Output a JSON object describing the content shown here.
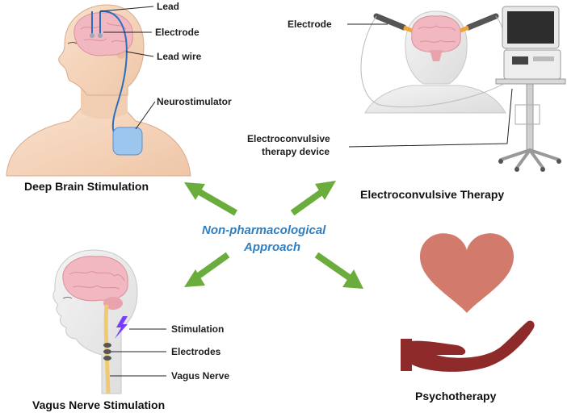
{
  "center": {
    "line1": "Non-pharmacological",
    "line2": "Approach"
  },
  "dbs": {
    "title": "Deep Brain Stimulation",
    "labels": {
      "lead": "Lead",
      "electrode": "Electrode",
      "lead_wire": "Lead wire",
      "neurostimulator": "Neurostimulator"
    }
  },
  "ect": {
    "title": "Electroconvulsive Therapy",
    "labels": {
      "electrode": "Electrode",
      "device_line1": "Electroconvulsive",
      "device_line2": "therapy device"
    }
  },
  "vns": {
    "title": "Vagus Nerve Stimulation",
    "labels": {
      "stimulation": "Stimulation",
      "electrodes": "Electrodes",
      "vagus_nerve": "Vagus Nerve"
    }
  },
  "psy": {
    "title": "Psychotherapy"
  },
  "colors": {
    "center_text": "#2f7fc1",
    "arrow": "#6aad3d",
    "brain": "#f2b8c1",
    "skin": "#f6d7bf",
    "heart": "#d27a6c",
    "hand": "#8f2a2a",
    "device_blue": "#9cc6ee"
  }
}
